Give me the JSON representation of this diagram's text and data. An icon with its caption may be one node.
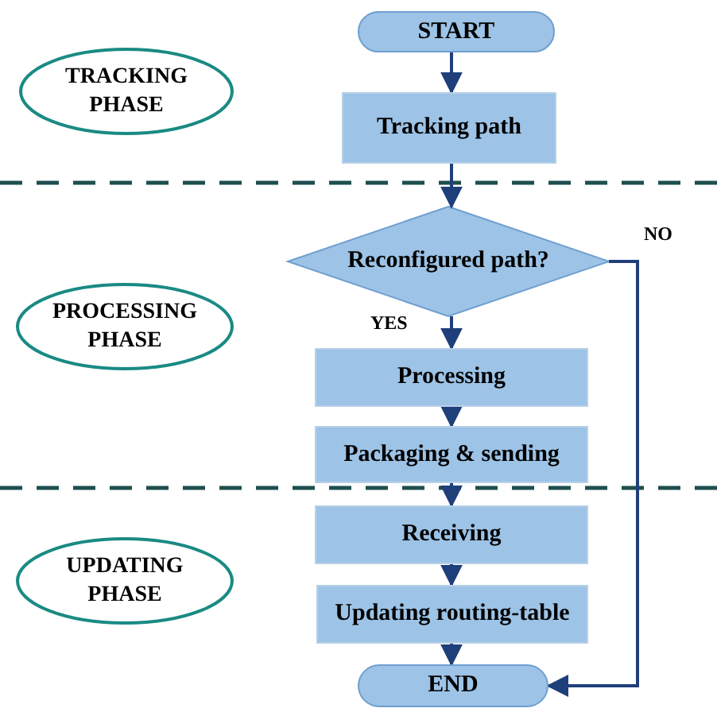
{
  "diagram": {
    "nodes": [
      {
        "text": [
          "TRACKING PHASE"
        ]
      },
      {
        "text": [
          "START"
        ]
      },
      {
        "text": [
          "Tracking path"
        ]
      },
      {
        "text": [
          "PROCESSING PHASE"
        ]
      },
      {
        "text": [
          "Reconfigured path?"
        ]
      },
      {
        "text": [
          "Processing"
        ]
      },
      {
        "text": [
          "Packaging & sending"
        ]
      },
      {
        "text": [
          "UPDATING PHASE"
        ]
      },
      {
        "text": [
          "Receiving"
        ]
      },
      {
        "text": [
          "Updating routing-table"
        ]
      },
      {
        "text": [
          "END"
        ]
      }
    ],
    "edges": [
      {
        "from": 1,
        "to": 2,
        "arrow": "to"
      },
      {
        "from": 2,
        "to": 4,
        "arrow": "to"
      },
      {
        "from": 4,
        "to": 5,
        "arrow": "to",
        "label": "YES"
      },
      {
        "from": 5,
        "to": 6,
        "arrow": "to"
      },
      {
        "from": 6,
        "to": 8,
        "arrow": "to"
      },
      {
        "from": 8,
        "to": 9,
        "arrow": "to"
      },
      {
        "from": 9,
        "to": 10,
        "arrow": "to"
      },
      {
        "from": 4,
        "to": 10,
        "arrow": "to",
        "label": "NO"
      }
    ]
  }
}
